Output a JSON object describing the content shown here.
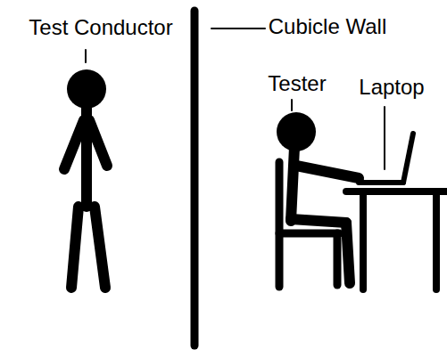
{
  "diagram": {
    "labels": [
      "Test Conductor",
      "Cubicle Wall",
      "Tester",
      "Laptop"
    ]
  }
}
